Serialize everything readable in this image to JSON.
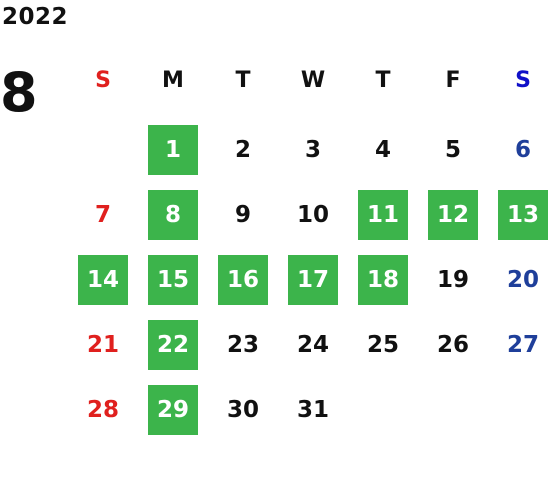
{
  "calendar": {
    "year": "2022",
    "month": "8",
    "colors": {
      "highlight_bg": "#3cb44b",
      "sunday": "#e0201e",
      "saturday": "#1f3f9a",
      "saturday_header": "#1010c8",
      "weekday": "#111111",
      "highlight_text": "#ffffff"
    },
    "weekday_headers": [
      "S",
      "M",
      "T",
      "W",
      "T",
      "F",
      "S"
    ],
    "days": [
      {
        "day": "1",
        "week": 0,
        "dow": 1,
        "highlight": true
      },
      {
        "day": "2",
        "week": 0,
        "dow": 2,
        "highlight": false
      },
      {
        "day": "3",
        "week": 0,
        "dow": 3,
        "highlight": false
      },
      {
        "day": "4",
        "week": 0,
        "dow": 4,
        "highlight": false
      },
      {
        "day": "5",
        "week": 0,
        "dow": 5,
        "highlight": false
      },
      {
        "day": "6",
        "week": 0,
        "dow": 6,
        "highlight": false
      },
      {
        "day": "7",
        "week": 1,
        "dow": 0,
        "highlight": false
      },
      {
        "day": "8",
        "week": 1,
        "dow": 1,
        "highlight": true
      },
      {
        "day": "9",
        "week": 1,
        "dow": 2,
        "highlight": false
      },
      {
        "day": "10",
        "week": 1,
        "dow": 3,
        "highlight": false
      },
      {
        "day": "11",
        "week": 1,
        "dow": 4,
        "highlight": true
      },
      {
        "day": "12",
        "week": 1,
        "dow": 5,
        "highlight": true
      },
      {
        "day": "13",
        "week": 1,
        "dow": 6,
        "highlight": true
      },
      {
        "day": "14",
        "week": 2,
        "dow": 0,
        "highlight": true
      },
      {
        "day": "15",
        "week": 2,
        "dow": 1,
        "highlight": true
      },
      {
        "day": "16",
        "week": 2,
        "dow": 2,
        "highlight": true
      },
      {
        "day": "17",
        "week": 2,
        "dow": 3,
        "highlight": true
      },
      {
        "day": "18",
        "week": 2,
        "dow": 4,
        "highlight": true
      },
      {
        "day": "19",
        "week": 2,
        "dow": 5,
        "highlight": false
      },
      {
        "day": "20",
        "week": 2,
        "dow": 6,
        "highlight": false
      },
      {
        "day": "21",
        "week": 3,
        "dow": 0,
        "highlight": false
      },
      {
        "day": "22",
        "week": 3,
        "dow": 1,
        "highlight": true
      },
      {
        "day": "23",
        "week": 3,
        "dow": 2,
        "highlight": false
      },
      {
        "day": "24",
        "week": 3,
        "dow": 3,
        "highlight": false
      },
      {
        "day": "25",
        "week": 3,
        "dow": 4,
        "highlight": false
      },
      {
        "day": "26",
        "week": 3,
        "dow": 5,
        "highlight": false
      },
      {
        "day": "27",
        "week": 3,
        "dow": 6,
        "highlight": false
      },
      {
        "day": "28",
        "week": 4,
        "dow": 0,
        "highlight": false
      },
      {
        "day": "29",
        "week": 4,
        "dow": 1,
        "highlight": true
      },
      {
        "day": "30",
        "week": 4,
        "dow": 2,
        "highlight": false
      },
      {
        "day": "31",
        "week": 4,
        "dow": 3,
        "highlight": false
      }
    ]
  }
}
